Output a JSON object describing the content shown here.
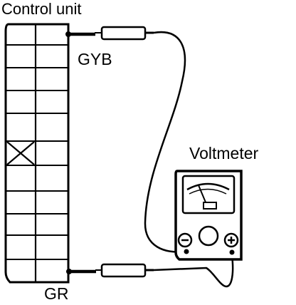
{
  "diagram": {
    "title": "Control unit",
    "terminal_top_label": "GYB",
    "terminal_bottom_label": "GR",
    "meter_label": "Voltmeter",
    "probe_negative_symbol": "−",
    "probe_positive_symbol": "+",
    "connector_icon": "connector-block-icon",
    "meter_icon": "analog-voltmeter-icon"
  }
}
